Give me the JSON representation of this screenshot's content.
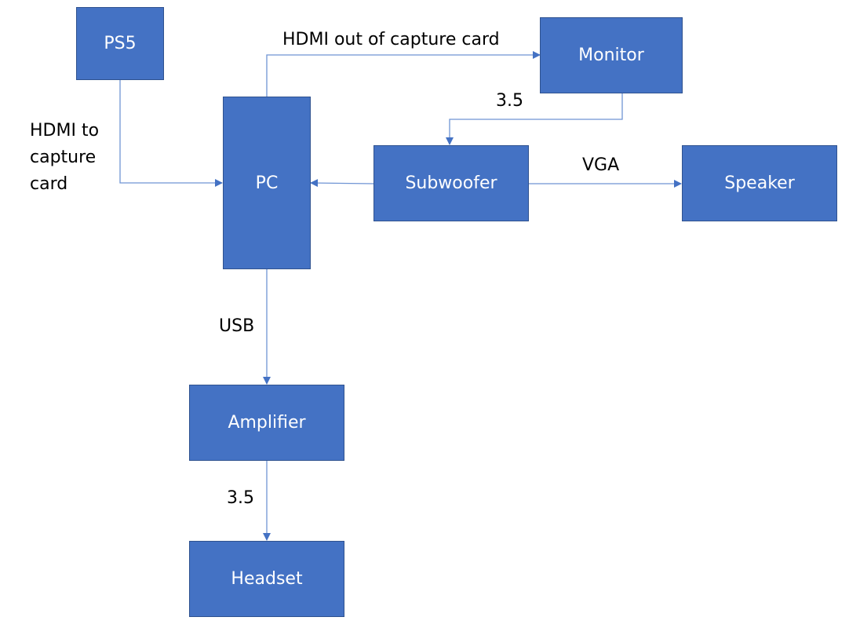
{
  "diagram": {
    "colors": {
      "box_fill": "#4472c4",
      "box_border": "#2f528f",
      "connector": "#4472c4",
      "box_text": "#ffffff",
      "label_text": "#000000"
    },
    "nodes": [
      {
        "id": "ps5",
        "label": "PS5"
      },
      {
        "id": "pc",
        "label": "PC"
      },
      {
        "id": "monitor",
        "label": "Monitor"
      },
      {
        "id": "subwoofer",
        "label": "Subwoofer"
      },
      {
        "id": "speaker",
        "label": "Speaker"
      },
      {
        "id": "amplifier",
        "label": "Amplifier"
      },
      {
        "id": "headset",
        "label": "Headset"
      }
    ],
    "edges": [
      {
        "from": "ps5",
        "to": "pc",
        "label": "HDMI to capture card"
      },
      {
        "from": "pc",
        "to": "monitor",
        "label": "HDMI out of capture card"
      },
      {
        "from": "monitor",
        "to": "subwoofer",
        "label": "3.5"
      },
      {
        "from": "subwoofer",
        "to": "pc",
        "label": ""
      },
      {
        "from": "subwoofer",
        "to": "speaker",
        "label": "VGA"
      },
      {
        "from": "pc",
        "to": "amplifier",
        "label": "USB"
      },
      {
        "from": "amplifier",
        "to": "headset",
        "label": "3.5"
      }
    ],
    "edge_label_lines": {
      "ps5_pc": [
        "HDMI to",
        "capture",
        "card"
      ]
    }
  }
}
